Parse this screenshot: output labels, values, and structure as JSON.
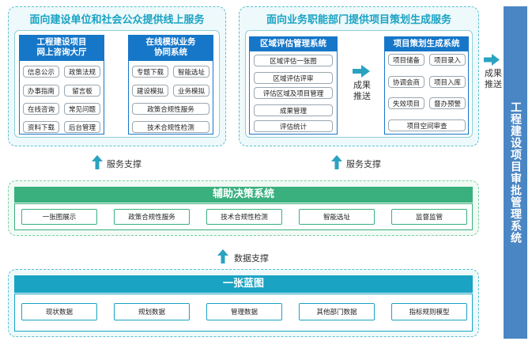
{
  "top_left": {
    "title": "面向建设单位和社会公众提供线上服务",
    "hall": {
      "title_line1": "工程建设项目",
      "title_line2": "网上咨询大厅",
      "items": [
        "信息公示",
        "政策法规",
        "办事指南",
        "留言板",
        "在线咨询",
        "常见问题",
        "资料下载",
        "后台管理"
      ]
    },
    "sim": {
      "title_line1": "在线模拟业务",
      "title_line2": "协同系统",
      "items": [
        "专题下载",
        "智能选址",
        "建设模拟",
        "业务模拟"
      ],
      "wide_items": [
        "政策合规性服务",
        "技术合规性检测"
      ]
    }
  },
  "top_right": {
    "title": "面向业务职能部门提供项目策划生成服务",
    "region": {
      "title": "区域评估管理系统",
      "items": [
        "区域评估一张图",
        "区域评估评审",
        "评估区域及项目管理",
        "成果管理",
        "评估统计"
      ]
    },
    "middle_label_line1": "成果",
    "middle_label_line2": "推送",
    "planning": {
      "title": "项目策划生成系统",
      "items": [
        "项目储备",
        "项目录入",
        "协调会商",
        "项目入库",
        "失效项目",
        "督办预警"
      ],
      "wide_item": "项目空间审查"
    }
  },
  "right_label_line1": "成果",
  "right_label_line2": "推送",
  "service_support_left": "服务支撑",
  "service_support_right": "服务支撑",
  "decision": {
    "title": "辅助决策系统",
    "items": [
      "一张图展示",
      "政策合规性服务",
      "技术合规性检测",
      "智能选址",
      "监督监管"
    ]
  },
  "data_support": "数据支撑",
  "blueprint": {
    "title": "一张蓝图",
    "items": [
      "现状数据",
      "规划数据",
      "管理数据",
      "其他部门数据",
      "指标规则模型"
    ]
  },
  "side_title": "工程建设项目审批管理系统",
  "colors": {
    "teal": "#1aa3c3",
    "blue": "#1677c9",
    "green": "#3ab07f",
    "side": "#4a86c4",
    "arrow": "#2aa3c1"
  }
}
